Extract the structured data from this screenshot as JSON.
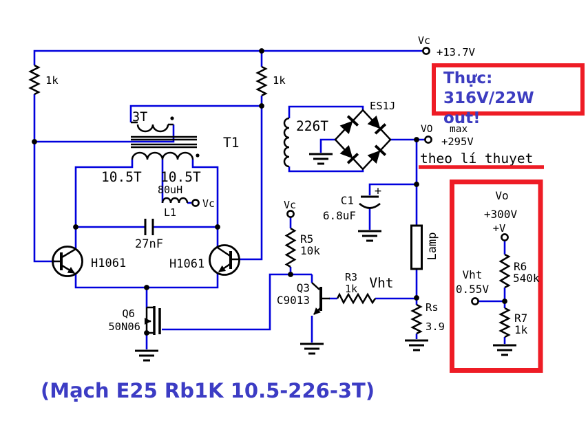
{
  "caption": "(Mạch E25 Rb1K 10.5-226-3T)",
  "callout": {
    "line1": "Thực: 316V/22W",
    "line2": "out!"
  },
  "colors": {
    "wire_blue": "#0000dd",
    "annotation_red": "#ee1c25",
    "annotation_blue": "#3c3cc0"
  },
  "supply_terminal": {
    "label": "Vc",
    "value": "+13.7V"
  },
  "output_terminal": {
    "label": "VO",
    "max": "max",
    "value": "+295V",
    "note": "theo lí thuyet"
  },
  "transformer": {
    "name": "T1",
    "feedback_winding": "3T",
    "primary_left": "10.5T",
    "primary_right": "10.5T",
    "secondary": "226T"
  },
  "inductor": {
    "name": "L1",
    "value": "80uH",
    "terminal_label": "Vc"
  },
  "bridge": {
    "part": "ES1J"
  },
  "capacitors": {
    "c27": "27nF",
    "c1_name": "C1",
    "c1_value": "6.8uF",
    "c1_polarity": "+"
  },
  "resistors": {
    "rb_left": "1k",
    "rb_right": "1k",
    "r5_name": "R5",
    "r5_value": "10k",
    "r3_name": "R3",
    "r3_value": "1k",
    "rs_name": "Rs",
    "rs_value": "3.9",
    "r6_name": "R6",
    "r6_value": "540k",
    "r7_name": "R7",
    "r7_value": "1k"
  },
  "transistors": {
    "q_left": "H1061",
    "q_right": "H1061",
    "q3_name": "Q3",
    "q3_part": "C9013",
    "q6_name": "Q6",
    "q6_part": "50N06"
  },
  "lamp_label": "Lamp",
  "vht_node": {
    "label": "Vht"
  },
  "divider": {
    "vo": "Vo",
    "vo_value": "+300V",
    "v_terminal": "+V",
    "vht_label": "Vht",
    "vht_value": "0.55V"
  }
}
